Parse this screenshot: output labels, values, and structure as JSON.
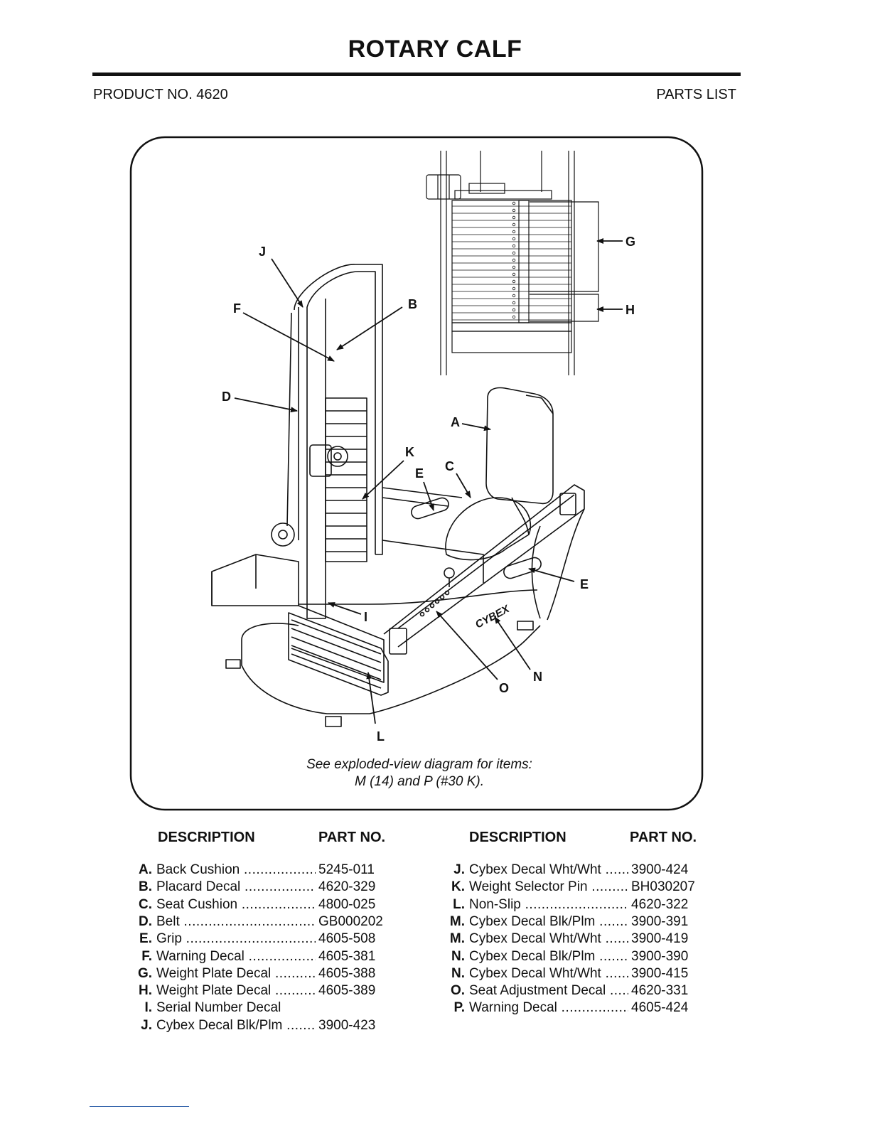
{
  "header": {
    "title": "ROTARY CALF",
    "product_no": "PRODUCT NO. 4620",
    "section": "PARTS LIST"
  },
  "diagram": {
    "callouts": [
      "A",
      "B",
      "C",
      "D",
      "E",
      "E",
      "F",
      "G",
      "H",
      "I",
      "J",
      "K",
      "L",
      "N",
      "O"
    ],
    "brand_mark": "CYBEX",
    "caption_line1": "See exploded-view diagram for items:",
    "caption_line2": "M (14) and P (#30 K)."
  },
  "parts_table": {
    "headers": {
      "description": "DESCRIPTION",
      "part_no": "PART NO."
    },
    "left": [
      {
        "letter": "A.",
        "description": "Back Cushion",
        "part_no": "5245-011"
      },
      {
        "letter": "B.",
        "description": "Placard Decal",
        "part_no": "4620-329"
      },
      {
        "letter": "C.",
        "description": "Seat Cushion",
        "part_no": "4800-025"
      },
      {
        "letter": "D.",
        "description": "Belt",
        "part_no": "GB000202"
      },
      {
        "letter": "E.",
        "description": "Grip",
        "part_no": "4605-508"
      },
      {
        "letter": "F.",
        "description": "Warning Decal",
        "part_no": "4605-381"
      },
      {
        "letter": "G.",
        "description": "Weight Plate Decal",
        "part_no": "4605-388"
      },
      {
        "letter": "H.",
        "description": "Weight Plate Decal",
        "part_no": "4605-389"
      },
      {
        "letter": "I.",
        "description": "Serial Number Decal",
        "part_no": ""
      },
      {
        "letter": "J.",
        "description": "Cybex Decal Blk/Plm",
        "part_no": "3900-423"
      }
    ],
    "right": [
      {
        "letter": "J.",
        "description": "Cybex Decal Wht/Wht",
        "part_no": "3900-424"
      },
      {
        "letter": "K.",
        "description": "Weight Selector Pin",
        "part_no": "BH030207"
      },
      {
        "letter": "L.",
        "description": "Non-Slip",
        "part_no": "4620-322"
      },
      {
        "letter": "M.",
        "description": "Cybex Decal Blk/Plm",
        "part_no": "3900-391"
      },
      {
        "letter": "M.",
        "description": "Cybex Decal Wht/Wht",
        "part_no": "3900-419"
      },
      {
        "letter": "N.",
        "description": "Cybex Decal Blk/Plm",
        "part_no": "3900-390"
      },
      {
        "letter": "N.",
        "description": "Cybex Decal Wht/Wht",
        "part_no": "3900-415"
      },
      {
        "letter": "O.",
        "description": "Seat Adjustment Decal",
        "part_no": "4620-331"
      },
      {
        "letter": "P.",
        "description": "Warning Decal",
        "part_no": "4605-424"
      }
    ]
  }
}
